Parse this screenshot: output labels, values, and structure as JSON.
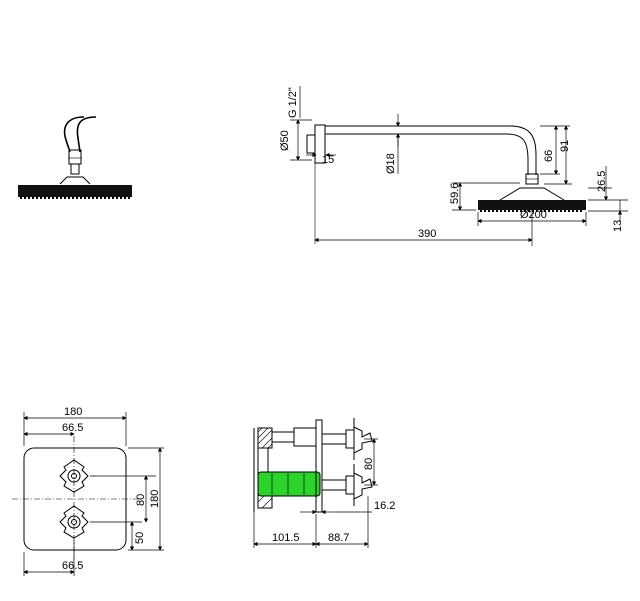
{
  "views": {
    "shower_head_front": {},
    "shower_arm_side": {
      "labels": {
        "thread": "G 1/2\"",
        "flange_dia": "Ø50",
        "flange_depth": "15",
        "arm_dia": "Ø18",
        "arm_drop_1": "66",
        "arm_drop_2": "91",
        "head_height_1": "59.6",
        "head_height_2": "26.5",
        "head_thickness": "13",
        "head_dia": "Ø200",
        "projection": "390"
      }
    },
    "valve_front": {
      "labels": {
        "width_total": "180",
        "handle_offset_top": "66.5",
        "handle_spacing": "80",
        "height_total": "180",
        "lower_offset": "50",
        "handle_offset_bottom": "66.5"
      }
    },
    "valve_side": {
      "labels": {
        "handle_spacing": "80",
        "plate_depth": "16.2",
        "body_depth": "101.5",
        "handle_depth": "88.7"
      },
      "highlight_color": "#2ad22a"
    }
  }
}
